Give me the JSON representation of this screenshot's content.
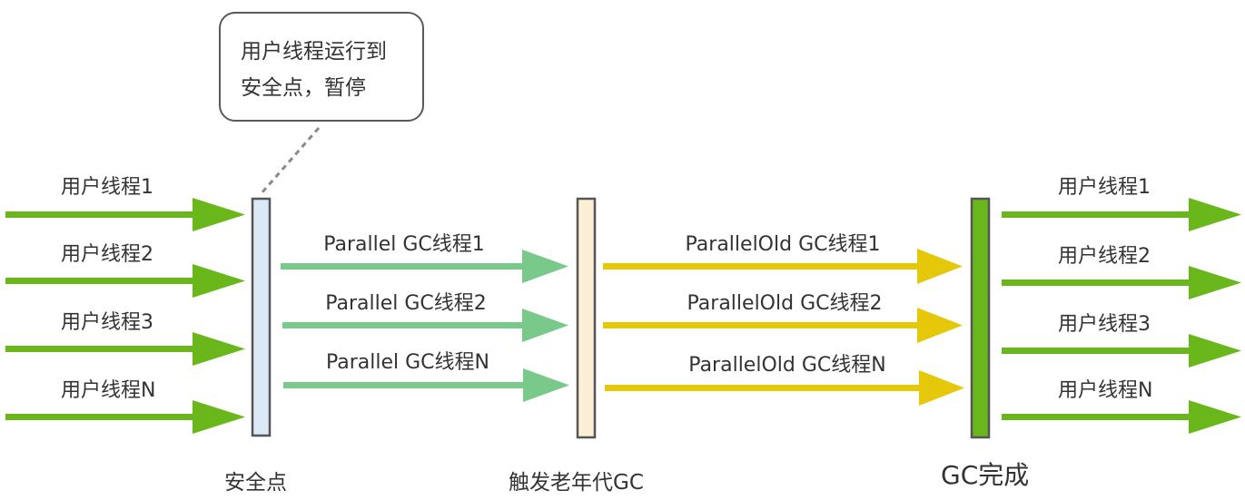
{
  "colors": {
    "user_arrow": "#6ab71b",
    "parallel_arrow": "#79c98a",
    "parallel_old_arrow": "#e6c80a",
    "safepoint_bar_fill": "#dbe8f6",
    "old_gc_bar_fill": "#fbefd6",
    "gc_done_bar_fill": "#6ab71b",
    "bar_border": "#555555",
    "callout_border": "#5a5a5a"
  },
  "callout": {
    "line1": "用户线程运行到",
    "line2": "安全点，暂停"
  },
  "left_threads": [
    "用户线程1",
    "用户线程2",
    "用户线程3",
    "用户线程N"
  ],
  "parallel_threads": [
    "Parallel GC线程1",
    "Parallel GC线程2",
    "Parallel GC线程N"
  ],
  "parallel_old_threads": [
    "ParallelOld GC线程1",
    "ParallelOld GC线程2",
    "ParallelOld GC线程N"
  ],
  "right_threads": [
    "用户线程1",
    "用户线程2",
    "用户线程3",
    "用户线程N"
  ],
  "stages": {
    "safepoint": "安全点",
    "old_gc": "触发老年代GC",
    "gc_done": "GC完成"
  }
}
